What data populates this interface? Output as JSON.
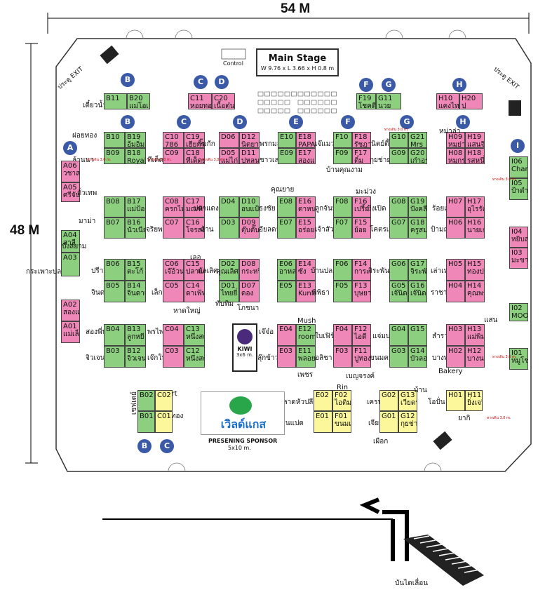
{
  "dimensions": {
    "width_label": "54 M",
    "height_label": "48 M"
  },
  "main_stage": {
    "title": "Main Stage",
    "size": "W 9.76 x L 3.66 x H 0.8 m"
  },
  "control_label": "Control",
  "exits": [
    {
      "label": "ประตู EXIT"
    },
    {
      "label": "ประตู EXIT"
    }
  ],
  "sponsor": {
    "brand": "เวิลด์แกส",
    "caption": "PRESENING SPONSOR",
    "size": "5x10 m."
  },
  "kiwi": {
    "brand": "KIWI",
    "size": "3x6 m."
  },
  "escalator_label": "บันไดเลื่อน",
  "walkway_note": "ทางเดิน 3.0 m.",
  "colors": {
    "pink": "#ef88b8",
    "green": "#8ccf7e",
    "yellow": "#fbf79a",
    "zone": "#3a5aa8"
  },
  "zones": [
    "A",
    "B",
    "B",
    "B",
    "C",
    "C",
    "C",
    "D",
    "D",
    "E",
    "F",
    "F",
    "G",
    "G",
    "H",
    "H",
    "I"
  ],
  "booths": [
    {
      "code": "B11",
      "label": "เตี๋ยวน้ำตื้น",
      "color": "green"
    },
    {
      "code": "B20",
      "label": "แม่โอเล่",
      "color": "green"
    },
    {
      "code": "C11",
      "label": "หอยทอด",
      "color": "pink"
    },
    {
      "code": "C20",
      "label": "เนื้อตุ๋น",
      "color": "pink"
    },
    {
      "code": "F19",
      "label": "โชคดี",
      "color": "green"
    },
    {
      "code": "G11",
      "label": "นวย",
      "color": "green"
    },
    {
      "code": "H10",
      "label": "แคงไทย",
      "color": "pink"
    },
    {
      "code": "H20",
      "label": "ปู",
      "color": "pink"
    },
    {
      "code": "B10",
      "label": "ฝอยทอง",
      "color": "green"
    },
    {
      "code": "B19",
      "label": "อุ้มอิ่ม",
      "color": "green"
    },
    {
      "code": "B09",
      "label": "ล้านนา",
      "color": "green"
    },
    {
      "code": "B18",
      "label": "Royal",
      "color": "green"
    },
    {
      "code": "C10",
      "label": "786",
      "color": "pink"
    },
    {
      "code": "C19",
      "label": "เฮียกร",
      "color": "pink"
    },
    {
      "code": "C09",
      "label": "ทีเด็ดย่า",
      "color": "pink"
    },
    {
      "code": "C18",
      "label": "ทีเด็ดย่า",
      "color": "pink"
    },
    {
      "code": "D06",
      "label": "กิ๊มกัก",
      "color": "pink"
    },
    {
      "code": "D12",
      "label": "นิตยา",
      "color": "pink"
    },
    {
      "code": "D05",
      "label": "แม่ไก่",
      "color": "pink"
    },
    {
      "code": "D11",
      "label": "ปูหลน",
      "color": "pink"
    },
    {
      "code": "E10",
      "label": "พรกมล",
      "color": "green"
    },
    {
      "code": "E18",
      "label": "PAPA",
      "color": "pink"
    },
    {
      "code": "E09",
      "label": "ชาวเล",
      "color": "green"
    },
    {
      "code": "E17",
      "label": "สองแม่",
      "color": "pink"
    },
    {
      "code": "F10",
      "label": "เจ๊แมว",
      "color": "green"
    },
    {
      "code": "F18",
      "label": "รัชฎา",
      "color": "pink"
    },
    {
      "code": "F09",
      "label": "บ้านคุณงาม",
      "color": "green"
    },
    {
      "code": "F17",
      "label": "ติ๋ม",
      "color": "pink"
    },
    {
      "code": "G10",
      "label": "นิตย์ตี้",
      "color": "green"
    },
    {
      "code": "G21",
      "label": "Mrs",
      "color": "green"
    },
    {
      "code": "G09",
      "label": "กุยช่าย",
      "color": "green"
    },
    {
      "code": "G20",
      "label": "เก๋าอร่อย",
      "color": "green"
    },
    {
      "code": "H09",
      "label": "หมูย่าง",
      "color": "pink"
    },
    {
      "code": "H19",
      "label": "แสนจินดา",
      "color": "pink"
    },
    {
      "code": "H08",
      "label": "หมูกระดัง",
      "color": "pink"
    },
    {
      "code": "H18",
      "label": "รสหนึ่ง",
      "color": "pink"
    },
    {
      "code": "A06",
      "label": "วชาสา",
      "color": "pink"
    },
    {
      "code": "A05",
      "label": "ศรีจันทร์",
      "color": "pink"
    },
    {
      "code": "I06",
      "label": "Charm",
      "color": "green"
    },
    {
      "code": "I05",
      "label": "ป้าดำ",
      "color": "green"
    },
    {
      "code": "B08",
      "label": "ถั่วเทพ",
      "color": "green"
    },
    {
      "code": "B17",
      "label": "แม่ป้อม",
      "color": "green"
    },
    {
      "code": "B07",
      "label": "มาม่า",
      "color": "green"
    },
    {
      "code": "B16",
      "label": "นัวเนีย",
      "color": "green"
    },
    {
      "code": "C08",
      "label": "ครกไม้",
      "color": "pink"
    },
    {
      "code": "C17",
      "label": "มณฑิรา",
      "color": "pink"
    },
    {
      "code": "C07",
      "label": "จริยพร",
      "color": "pink"
    },
    {
      "code": "C16",
      "label": "โจรสลัด",
      "color": "pink"
    },
    {
      "code": "D04",
      "label": "ปลาแดงนาม",
      "color": "green"
    },
    {
      "code": "D10",
      "label": "อบแป้ง",
      "color": "green"
    },
    {
      "code": "D03",
      "label": "ล้าน",
      "color": "green"
    },
    {
      "code": "D09",
      "label": "ตุ๊บตั๊บ",
      "color": "pink"
    },
    {
      "code": "E08",
      "label": "ธงชัย",
      "color": "green"
    },
    {
      "code": "E16",
      "label": "ตาหนวด",
      "color": "pink"
    },
    {
      "code": "E07",
      "label": "อัยลดา",
      "color": "green"
    },
    {
      "code": "E15",
      "label": "อร่อยชัว",
      "color": "pink"
    },
    {
      "code": "F08",
      "label": "ลูกจันทน์",
      "color": "green"
    },
    {
      "code": "F16",
      "label": "เปรี้ยว",
      "color": "pink"
    },
    {
      "code": "F07",
      "label": "เจ้าสัว",
      "color": "green"
    },
    {
      "code": "F15",
      "label": "ย้อย",
      "color": "pink"
    },
    {
      "code": "G08",
      "label": "ปังเปิด",
      "color": "green"
    },
    {
      "code": "G19",
      "label": "ปังคลีน",
      "color": "green"
    },
    {
      "code": "G07",
      "label": "โคตรเกี๊ยว",
      "color": "green"
    },
    {
      "code": "G18",
      "label": "ครูสมทรง",
      "color": "green"
    },
    {
      "code": "H07",
      "label": "ร้อยเก้า",
      "color": "pink"
    },
    {
      "code": "H17",
      "label": "อุไรรัตน์",
      "color": "pink"
    },
    {
      "code": "H06",
      "label": "ป้ามณี",
      "color": "pink"
    },
    {
      "code": "H16",
      "label": "นายเกาะ",
      "color": "pink"
    },
    {
      "code": "A04",
      "label": "สาลี",
      "color": "green"
    },
    {
      "code": "A03",
      "label": "กระเพาะปลา",
      "color": "green"
    },
    {
      "code": "I04",
      "label": "หยิบสด",
      "color": "pink"
    },
    {
      "code": "I03",
      "label": "มะขาม",
      "color": "pink"
    },
    {
      "code": "B06",
      "label": "ปรีา",
      "color": "green"
    },
    {
      "code": "B15",
      "label": "ตะโก้",
      "color": "green"
    },
    {
      "code": "B05",
      "label": "จินดา",
      "color": "green"
    },
    {
      "code": "B14",
      "label": "จินดาแกง",
      "color": "green"
    },
    {
      "code": "C06",
      "label": "เจ๊อ้วน",
      "color": "pink"
    },
    {
      "code": "C15",
      "label": "ปลาแดก",
      "color": "pink"
    },
    {
      "code": "C05",
      "label": "เล็ก",
      "color": "pink"
    },
    {
      "code": "C14",
      "label": "ดาเฟ้ทุเรียน",
      "color": "pink"
    },
    {
      "code": "D02",
      "label": "ดัลเลิศ",
      "color": "green"
    },
    {
      "code": "D08",
      "label": "กระหรี่ปั๊บ",
      "color": "pink"
    },
    {
      "code": "D01",
      "label": "ไทยยี่",
      "color": "green"
    },
    {
      "code": "D07",
      "label": "ดอง",
      "color": "pink"
    },
    {
      "code": "E06",
      "label": "อาหลาน",
      "color": "green"
    },
    {
      "code": "E14",
      "label": "ซัง",
      "color": "pink"
    },
    {
      "code": "E05",
      "label": "E05",
      "color": "green"
    },
    {
      "code": "E13",
      "label": "Kunlaphon",
      "color": "pink"
    },
    {
      "code": "F06",
      "label": "บ้านปลาทู",
      "color": "green"
    },
    {
      "code": "F14",
      "label": "การะเกด",
      "color": "pink"
    },
    {
      "code": "F05",
      "label": "พิพิธา",
      "color": "green"
    },
    {
      "code": "F13",
      "label": "บุษยา",
      "color": "pink"
    },
    {
      "code": "G06",
      "label": "จิระพันธ์",
      "color": "green"
    },
    {
      "code": "G17",
      "label": "จิระพันธ์",
      "color": "green"
    },
    {
      "code": "G05",
      "label": "เจ๊นิด",
      "color": "green"
    },
    {
      "code": "G16",
      "label": "เจ๊นิด",
      "color": "green"
    },
    {
      "code": "H05",
      "label": "เล่าเหงง",
      "color": "pink"
    },
    {
      "code": "H15",
      "label": "ทองปอนด์",
      "color": "pink"
    },
    {
      "code": "H04",
      "label": "ราชาหมึก",
      "color": "pink"
    },
    {
      "code": "H14",
      "label": "คุณพร้อม",
      "color": "pink"
    },
    {
      "code": "A02",
      "label": "สองแม่",
      "color": "pink"
    },
    {
      "code": "A01",
      "label": "แม่เล็ก",
      "color": "pink"
    },
    {
      "code": "I02",
      "label": "MOOYOO",
      "color": "green"
    },
    {
      "code": "B04",
      "label": "สองพี่น้อง",
      "color": "green"
    },
    {
      "code": "B13",
      "label": "ลูกหยี",
      "color": "green"
    },
    {
      "code": "B03",
      "label": "จิวเจน",
      "color": "green"
    },
    {
      "code": "B12",
      "label": "จิวเจน",
      "color": "green"
    },
    {
      "code": "C04",
      "label": "พรไพลิน",
      "color": "pink"
    },
    {
      "code": "C13",
      "label": "หนึ่งสตรีท",
      "color": "green"
    },
    {
      "code": "C03",
      "label": "เจ๊กใหม่",
      "color": "pink"
    },
    {
      "code": "C12",
      "label": "หนึ่งสตรีท",
      "color": "green"
    },
    {
      "code": "E04",
      "label": "เจ๊จ๋อ",
      "color": "pink"
    },
    {
      "code": "E12",
      "label": "room",
      "color": "green"
    },
    {
      "code": "E03",
      "label": "ลุ๊กข้าว",
      "color": "pink"
    },
    {
      "code": "E11",
      "label": "พลอย",
      "color": "green"
    },
    {
      "code": "F04",
      "label": "ใบเฟิร์น",
      "color": "pink"
    },
    {
      "code": "F12",
      "label": "ไอดี",
      "color": "pink"
    },
    {
      "code": "F03",
      "label": "อลิชา",
      "color": "pink"
    },
    {
      "code": "F11",
      "label": "ปูทอง",
      "color": "pink"
    },
    {
      "code": "G04",
      "label": "แจ่มบอง",
      "color": "green"
    },
    {
      "code": "G15",
      "label": "G15",
      "color": "green"
    },
    {
      "code": "G03",
      "label": "ขนมครก",
      "color": "green"
    },
    {
      "code": "G14",
      "label": "บัวลอย",
      "color": "green"
    },
    {
      "code": "H03",
      "label": "สำราญ",
      "color": "pink"
    },
    {
      "code": "H13",
      "label": "แม่พิมพ์",
      "color": "pink"
    },
    {
      "code": "H02",
      "label": "บางพราย",
      "color": "pink"
    },
    {
      "code": "H12",
      "label": "บางนรา",
      "color": "pink"
    },
    {
      "code": "I01",
      "label": "หมูโชกุน",
      "color": "green"
    },
    {
      "code": "B02",
      "label": "เชฟเดย์",
      "color": "green"
    },
    {
      "code": "C02",
      "label": "Yogurt",
      "color": "yellow"
    },
    {
      "code": "B01",
      "label": "",
      "color": "green"
    },
    {
      "code": "C01",
      "label": "มังกรทอง",
      "color": "yellow"
    },
    {
      "code": "E02",
      "label": "ตลาดหัวปลี",
      "color": "yellow"
    },
    {
      "code": "F02",
      "label": "ไอติม",
      "color": "yellow"
    },
    {
      "code": "E01",
      "label": "ล้านแปด",
      "color": "yellow"
    },
    {
      "code": "F01",
      "label": "ขนมเบื้อง",
      "color": "yellow"
    },
    {
      "code": "G02",
      "label": "เครปป์",
      "color": "yellow"
    },
    {
      "code": "G13",
      "label": "เวียดนาม",
      "color": "yellow"
    },
    {
      "code": "G01",
      "label": "เจียง",
      "color": "yellow"
    },
    {
      "code": "G12",
      "label": "กุยช่าย",
      "color": "yellow"
    },
    {
      "code": "H01",
      "label": "โอปั่น",
      "color": "yellow"
    },
    {
      "code": "H11",
      "label": "ยิ่งเจริญ",
      "color": "yellow"
    }
  ],
  "extra_labels": [
    "คุณยาย",
    "มะม่วง",
    "หม่าล่า",
    "เลอ",
    "ทับทิม",
    "หาดใหญ่",
    "โภชนา",
    "คุณเลิศ",
    "แสน",
    "Mush",
    "Bakery",
    "Rin",
    "เพชร",
    "เบญจรงค์",
    "บ้าน",
    "ยากิ",
    "เผือก",
    "ปังสยาม"
  ]
}
